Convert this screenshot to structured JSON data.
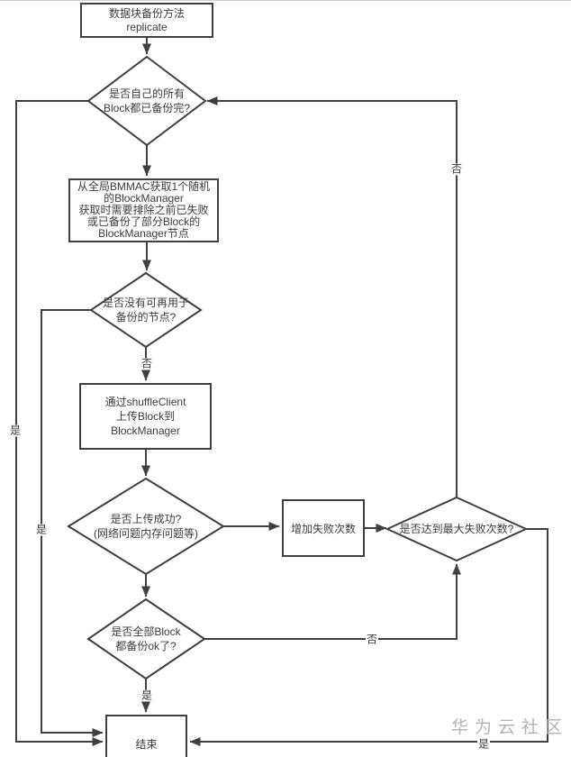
{
  "watermark": "华为云社区",
  "colors": {
    "line": "#3f3f3f",
    "text": "#3b3b3b",
    "watermark": "#b3b3b3"
  },
  "nodes": {
    "start": {
      "line1": "数据块备份方法",
      "line2": "replicate"
    },
    "check_all_backed_up": {
      "line1": "是否自己的所有",
      "line2": "Block都已备份完?"
    },
    "get_block_manager": {
      "line1": "从全局BMMAC获取1个随机",
      "line2": "的BlockManager",
      "line3": "获取时需要排除之前已失败",
      "line4": "或已备份了部分Block的",
      "line5": "BlockManager节点"
    },
    "check_no_reusable_node": {
      "line1": "是否没有可再用于",
      "line2": "备份的节点?"
    },
    "upload_block": {
      "line1": "通过shuffleClient",
      "line2": "上传Block到",
      "line3": "BlockManager"
    },
    "check_upload_success": {
      "line1": "是否上传成功?",
      "line2": "(网络问题内存问题等)"
    },
    "increase_fail_count": {
      "line1": "增加失败次数"
    },
    "check_max_failures": {
      "line1": "是否达到最大失败次数?"
    },
    "check_all_blocks_ok": {
      "line1": "是否全部Block",
      "line2": "都备份ok了?"
    },
    "end": {
      "line1": "结束"
    }
  },
  "edge_labels": {
    "all_backed_yes": "是",
    "no_reusable_yes": "是",
    "no_reusable_no": "否",
    "max_failures_no": "否",
    "max_failures_yes": "是",
    "all_ok_no": "否",
    "all_ok_yes": "是"
  }
}
